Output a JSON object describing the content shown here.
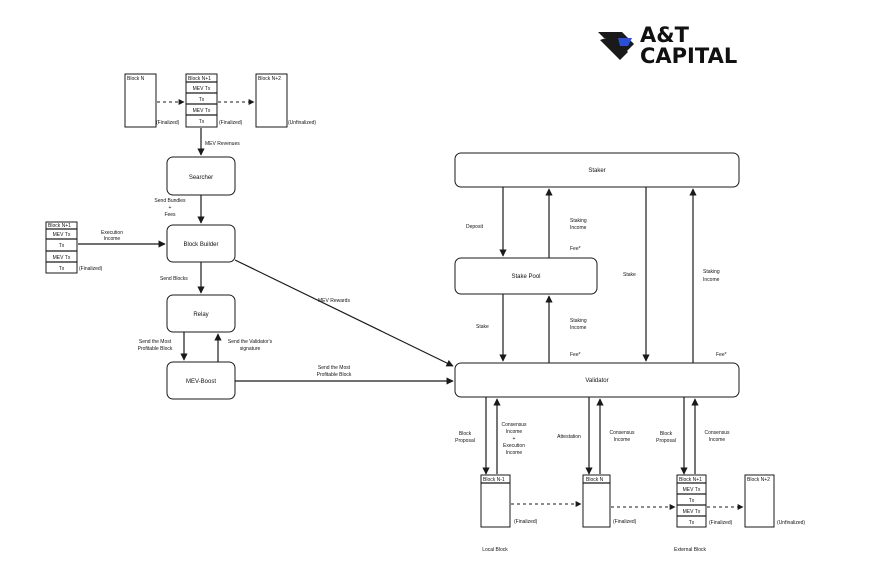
{
  "logo": {
    "line1": "A&T",
    "line2": "CAPITAL"
  },
  "top_blocks": {
    "block_n": "Block N",
    "block_n1": "Block N+1",
    "block_n2": "Block N+2",
    "rows": [
      "MEV Tx",
      "Tx",
      "MEV Tx",
      "Tx"
    ],
    "finalized1": "(Finalized)",
    "finalized2": "(Finalized)",
    "unfinalized": "(Unfinalized)"
  },
  "left_block": {
    "title": "Block N+1",
    "rows": [
      "MEV Tx",
      "Tx",
      "MEV Tx",
      "Tx"
    ],
    "finalized": "(Finalized)"
  },
  "nodes": {
    "searcher": "Searcher",
    "block_builder": "Block Builder",
    "relay": "Relay",
    "mev_boost": "MEV-Boost",
    "staker": "Staker",
    "stake_pool": "Stake Pool",
    "validator": "Validator"
  },
  "edges": {
    "mev_revenues": "MEV Revenues",
    "send_bundles": [
      "Send Bundles",
      "+",
      "Fees"
    ],
    "execution_income": [
      "Execution",
      "Income"
    ],
    "send_blocks": "Send Blocks",
    "send_most_profitable": [
      "Send the Most",
      "Profitable Block"
    ],
    "send_validator_sig": [
      "Send the Validator's",
      "signature"
    ],
    "mev_rewards": "MEV Rewards",
    "send_most_profitable2": [
      "Send the Most",
      "Profitable Block"
    ],
    "deposit": "Deposit",
    "staking_income1": [
      "Staking",
      "Income"
    ],
    "fee1": "Fee*",
    "stake1": "Stake",
    "staking_income2": [
      "Staking",
      "Income"
    ],
    "fee2": "Fee*",
    "stake2": "Stake",
    "staking_income3": [
      "Staking",
      "Income"
    ],
    "fee3": "Fee*",
    "block_proposal1": [
      "Block",
      "Proposal"
    ],
    "consensus_exec_income": [
      "Consensus",
      "Income",
      "+",
      "Execution",
      "Income"
    ],
    "attestation": "Attestation",
    "consensus_income1": [
      "Consensus",
      "Income"
    ],
    "block_proposal2": [
      "Block",
      "Proposal"
    ],
    "consensus_income2": [
      "Consensus",
      "Income"
    ]
  },
  "bottom_blocks": {
    "local_title": "Block N-1",
    "local_finalized": "(Finalized)",
    "local_caption": "Local Block",
    "mid_title": "Block N",
    "mid_finalized": "(Finalized)",
    "ext_title": "Block N+1",
    "ext_rows": [
      "MEV Tx",
      "Tx",
      "MEV Tx",
      "Tx"
    ],
    "ext_finalized": "(Finalized)",
    "ext_caption": "External Block",
    "last_title": "Block N+2",
    "last_unfinalized": "(Unfinalized)"
  }
}
